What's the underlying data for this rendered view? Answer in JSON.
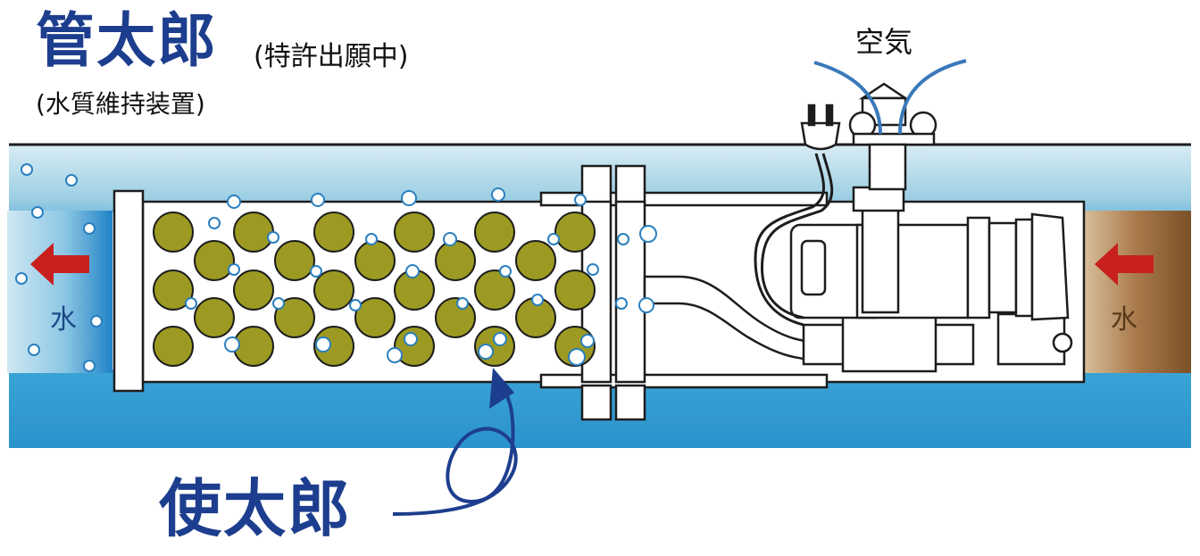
{
  "header": {
    "product_name": "管太郎",
    "patent_note": "(特許出願中)",
    "subtitle": "(水質維持装置)"
  },
  "labels": {
    "air": "空気",
    "water_outlet": "水",
    "water_inlet": "水",
    "media_name": "使太郎"
  },
  "colors": {
    "pipe_wall": "#1d1d1d",
    "water_band": "#2f9bd1",
    "water_light": "#cfe7f2",
    "media_ball": "#9c9a22",
    "arrow_red": "#c8201e",
    "title_blue": "#1d3e8e",
    "air_arrow": "#3a79b9",
    "inlet_brown": "#8a5a2b"
  },
  "icons": {
    "flow_arrows": "red-arrow-left-icon",
    "plug": "power-plug-icon",
    "air_vent": "vent-cap-icon",
    "curly_pointer": "curly-arrow-icon"
  }
}
